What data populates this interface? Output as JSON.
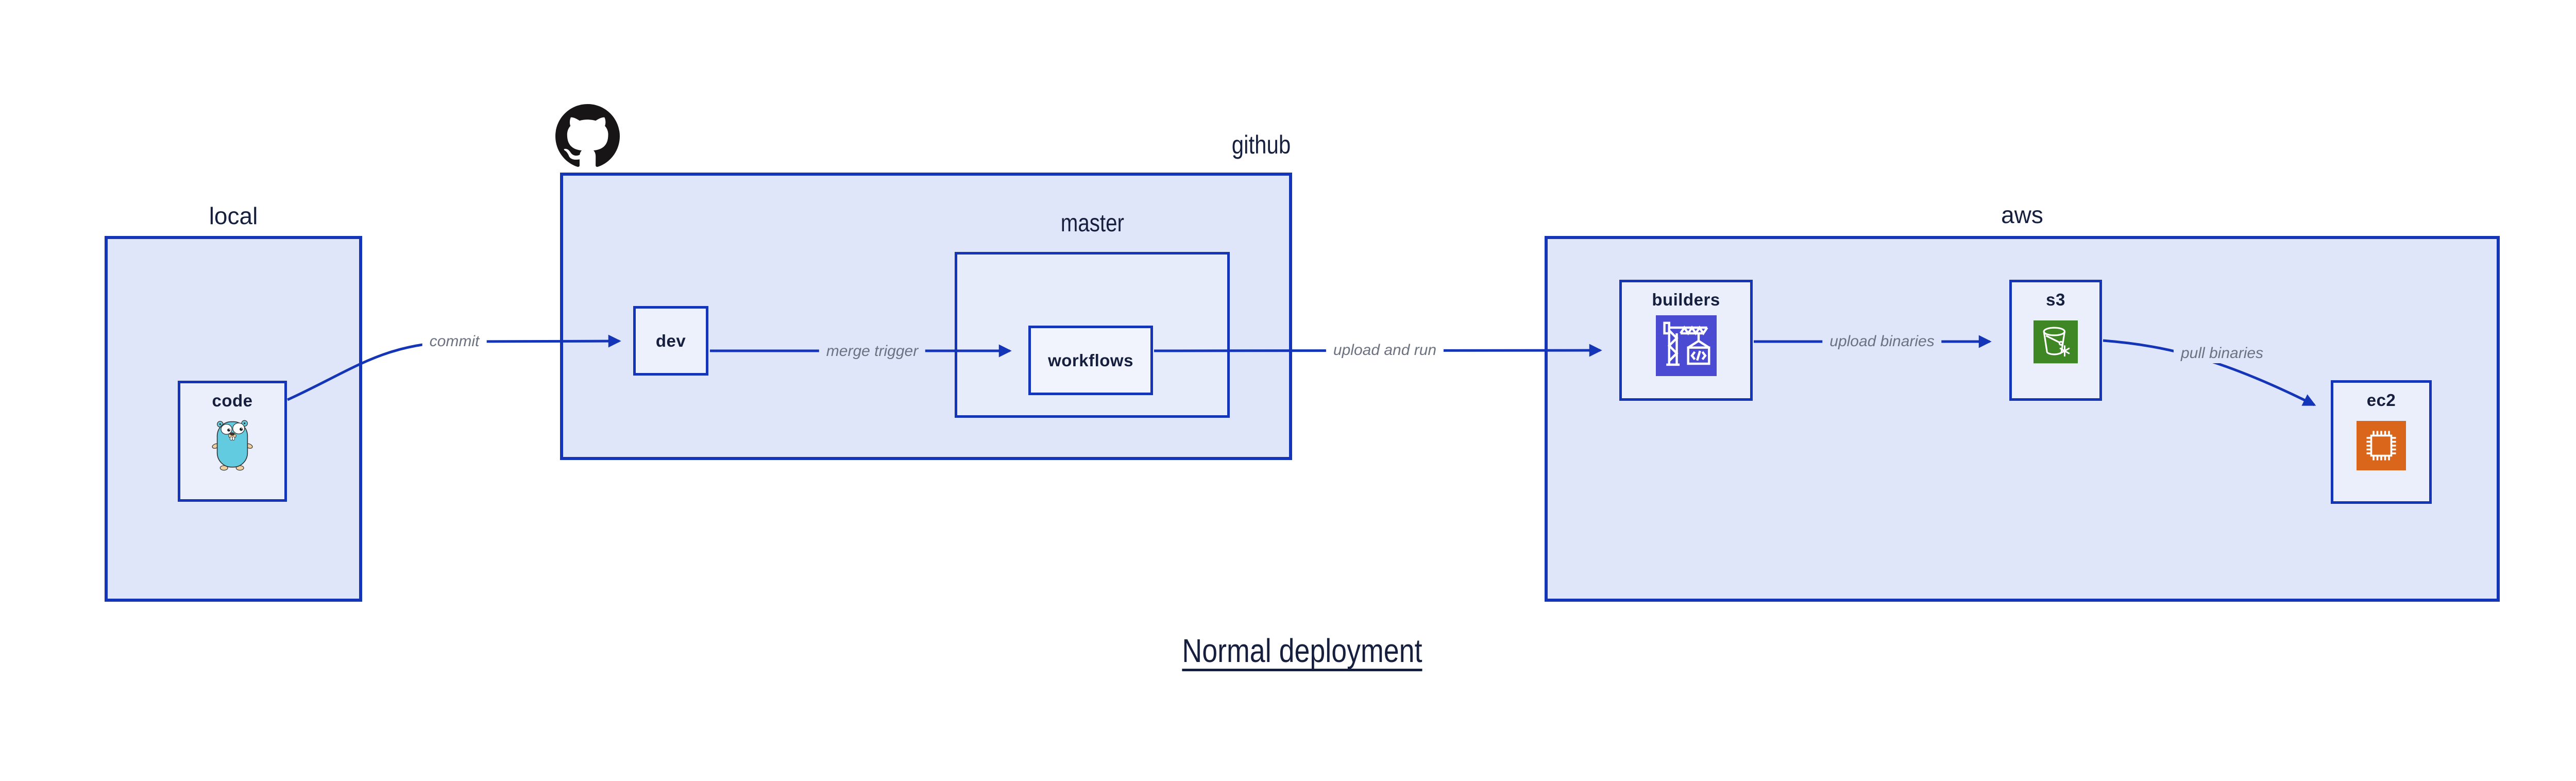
{
  "title": "Normal deployment",
  "groups": {
    "local": {
      "label": "local"
    },
    "github": {
      "label": "github"
    },
    "master": {
      "label": "master"
    },
    "aws": {
      "label": "aws"
    }
  },
  "nodes": {
    "code": {
      "label": "code",
      "icon": "go-gopher-icon"
    },
    "dev": {
      "label": "dev"
    },
    "workflows": {
      "label": "workflows"
    },
    "builders": {
      "label": "builders",
      "icon": "codebuild-crane-icon"
    },
    "s3": {
      "label": "s3",
      "icon": "s3-glacier-bucket-icon"
    },
    "ec2": {
      "label": "ec2",
      "icon": "ec2-chip-icon"
    }
  },
  "edges": [
    {
      "id": "commit",
      "label": "commit",
      "from": "code",
      "to": "dev"
    },
    {
      "id": "merge-trigger",
      "label": "merge trigger",
      "from": "dev",
      "to": "workflows"
    },
    {
      "id": "upload-and-run",
      "label": "upload and run",
      "from": "workflows",
      "to": "builders"
    },
    {
      "id": "upload-binaries",
      "label": "upload binaries",
      "from": "builders",
      "to": "s3"
    },
    {
      "id": "pull-binaries",
      "label": "pull binaries",
      "from": "s3",
      "to": "ec2"
    }
  ],
  "icons": [
    "github-octocat-icon",
    "go-gopher-icon",
    "codebuild-crane-icon",
    "s3-glacier-bucket-icon",
    "ec2-chip-icon"
  ],
  "colors": {
    "accent_blue": "#1535b8",
    "group_fill": "#dfe6f9",
    "node_fill": "#eaeffb",
    "subnode_fill": "#f1f4fd",
    "heading_navy": "#161f3d",
    "edge_label_gray": "#6b7280",
    "octocat_black": "#171515",
    "gopher_teal": "#63cbdf",
    "gopher_beige": "#f2cf9f",
    "builders_icon_bg": "#4a4ad2",
    "s3_icon_bg": "#3f8624",
    "ec2_icon_bg": "#d9661a",
    "icon_glyph_white": "#ffffff"
  }
}
